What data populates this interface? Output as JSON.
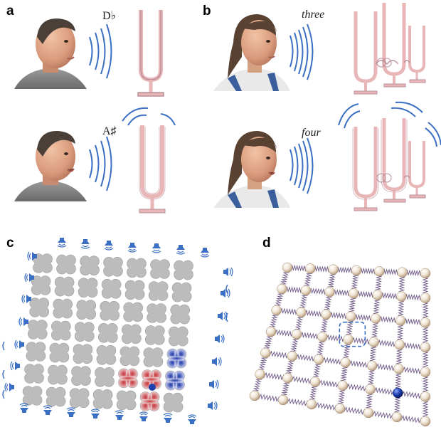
{
  "panels": {
    "a": {
      "label": "a",
      "top_note": "D♭",
      "bottom_note": "A♯"
    },
    "b": {
      "label": "b",
      "top_word": "three",
      "bottom_word": "four"
    },
    "c": {
      "label": "c"
    },
    "d": {
      "label": "d"
    }
  },
  "colors": {
    "wave_blue": "#3b6fc4",
    "fork_pink": "#e9b6b8",
    "fork_outline": "#b98f99",
    "tile_gray": "#bcbcbc",
    "sphere_blue": "#1d3fb0",
    "sphere_cream": "#efe4d2",
    "spring_purple": "#6e5a8a"
  },
  "icons": {
    "speaker": "speaker-icon",
    "head": "person-head-icon",
    "fork": "tuning-fork-icon"
  }
}
